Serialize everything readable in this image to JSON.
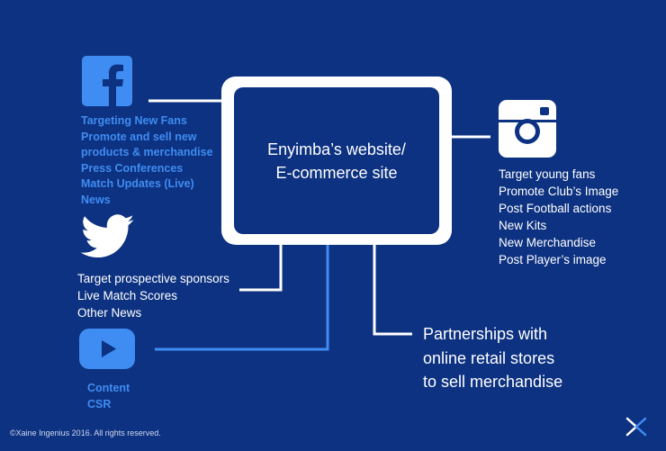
{
  "center": {
    "line1": "Enyimba’s website/",
    "line2": "E-commerce site"
  },
  "facebook": {
    "icon": "facebook-icon",
    "items": [
      "Targeting New Fans",
      "Promote and sell new",
      "products & merchandise",
      "Press Conferences",
      "Match Updates (Live)",
      "News"
    ]
  },
  "twitter": {
    "icon": "twitter-bird-icon",
    "items": [
      "Target prospective sponsors",
      "Live Match Scores",
      "Other News"
    ]
  },
  "youtube": {
    "icon": "youtube-play-icon",
    "items": [
      "Content",
      "CSR"
    ]
  },
  "instagram": {
    "icon": "instagram-camera-icon",
    "items": [
      "Target young fans",
      "Promote Club’s Image",
      "Post Football actions",
      "New Kits",
      "New Merchandise",
      "Post Player’s image"
    ]
  },
  "partnerships": {
    "items": [
      "Partnerships with",
      "online retail stores",
      "to sell merchandise"
    ]
  },
  "footer": {
    "copyright": "©Xaine Ingenius 2016. All rights reserved.",
    "logo": "xaine-logo-icon"
  },
  "colors": {
    "background": "#0d3281",
    "accent_blue": "#3f8cf2",
    "white": "#ffffff"
  }
}
